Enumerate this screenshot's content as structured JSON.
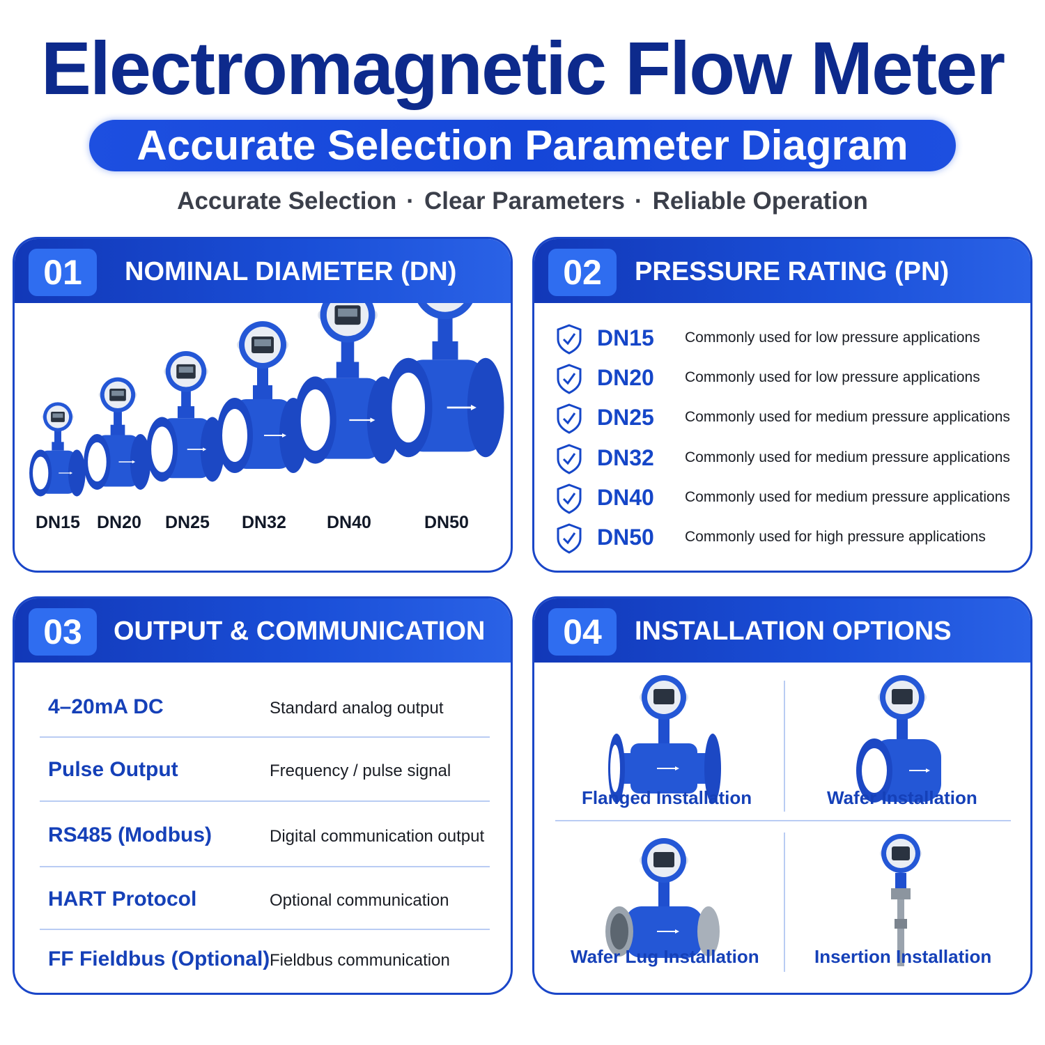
{
  "header": {
    "title": "Electromagnetic Flow Meter",
    "subtitle": "Accurate Selection Parameter Diagram",
    "tagline": [
      "Accurate Selection",
      "Clear Parameters",
      "Reliable Operation"
    ],
    "separator": "·"
  },
  "colors": {
    "primary": "#1a46c8",
    "dark_blue": "#0d2a8c",
    "meter_blue": "#2457d6",
    "liner": "#ffffff"
  },
  "sections": {
    "nominal_diameter": {
      "number": "01",
      "title": "NOMINAL DIAMETER (DN)",
      "sizes": [
        "DN15",
        "DN20",
        "DN25",
        "DN32",
        "DN40",
        "DN50"
      ]
    },
    "pressure_rating": {
      "number": "02",
      "title": "PRESSURE RATING (PN)",
      "items": [
        {
          "dn": "DN15",
          "desc": "Commonly used for low pressure applications"
        },
        {
          "dn": "DN20",
          "desc": "Commonly used for low pressure applications"
        },
        {
          "dn": "DN25",
          "desc": "Commonly used for medium pressure applications"
        },
        {
          "dn": "DN32",
          "desc": "Commonly used for medium pressure applications"
        },
        {
          "dn": "DN40",
          "desc": "Commonly used for medium pressure applications"
        },
        {
          "dn": "DN50",
          "desc": "Commonly used for high pressure applications"
        }
      ],
      "icon": "shield-check-icon"
    },
    "output": {
      "number": "03",
      "title": "OUTPUT & COMMUNICATION",
      "items": [
        {
          "name": "4–20mA DC",
          "desc": "Standard analog output"
        },
        {
          "name": "Pulse Output",
          "desc": "Frequency / pulse signal"
        },
        {
          "name": "RS485 (Modbus)",
          "desc": "Digital communication output"
        },
        {
          "name": "HART Protocol",
          "desc": "Optional communication"
        },
        {
          "name": "FF Fieldbus (Optional)",
          "desc": "Fieldbus communication"
        }
      ]
    },
    "installation": {
      "number": "04",
      "title": "INSTALLATION OPTIONS",
      "options": [
        "Flanged Installation",
        "Wafer Installation",
        "Wafer Lug Installation",
        "Insertion Installation"
      ]
    }
  }
}
